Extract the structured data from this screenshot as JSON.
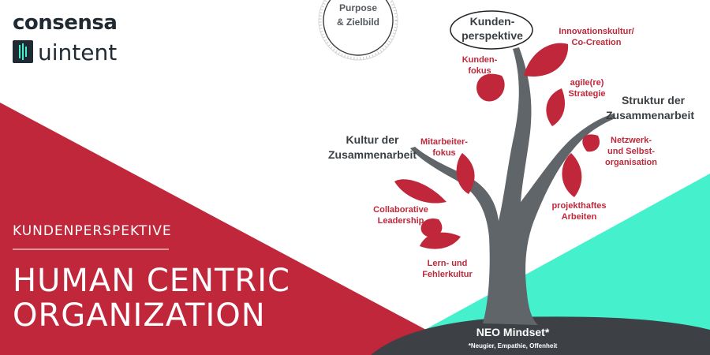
{
  "logos": {
    "consensa": "consensa",
    "uintent": "uintent"
  },
  "hero": {
    "subtitle": "KUNDENPERSPEKTIVE",
    "title_line1": "HUMAN CENTRIC",
    "title_line2": "ORGANIZATION"
  },
  "purpose": {
    "line1": "Purpose",
    "line2": "& Zielbild"
  },
  "tree": {
    "top_line1": "Kunden-",
    "top_line2": "perspektive",
    "left_branch_line1": "Kultur der",
    "left_branch_line2": "Zusammenarbeit",
    "right_branch_line1": "Struktur der",
    "right_branch_line2": "Zusammenarbeit",
    "roots_title": "NEO Mindset*",
    "roots_note": "*Neugier, Empathie, Offenheit",
    "leaves": {
      "innovation_l1": "Innovationskultur/",
      "innovation_l2": "Co-Creation",
      "kundenfokus_l1": "Kunden-",
      "kundenfokus_l2": "fokus",
      "agile_l1": "agile(re)",
      "agile_l2": "Strategie",
      "netzwerk_l1": "Netzwerk-",
      "netzwerk_l2": "und Selbst-",
      "netzwerk_l3": "organisation",
      "mitarbeiter_l1": "Mitarbeiter-",
      "mitarbeiter_l2": "fokus",
      "projekt_l1": "projekthaftes",
      "projekt_l2": "Arbeiten",
      "collab_l1": "Collaborative",
      "collab_l2": "Leadership",
      "lern_l1": "Lern- und",
      "lern_l2": "Fehlerkultur"
    }
  },
  "colors": {
    "red": "#c1273a",
    "mint": "#45f0cc",
    "trunk": "#5f6569",
    "ground": "#3d4145"
  }
}
